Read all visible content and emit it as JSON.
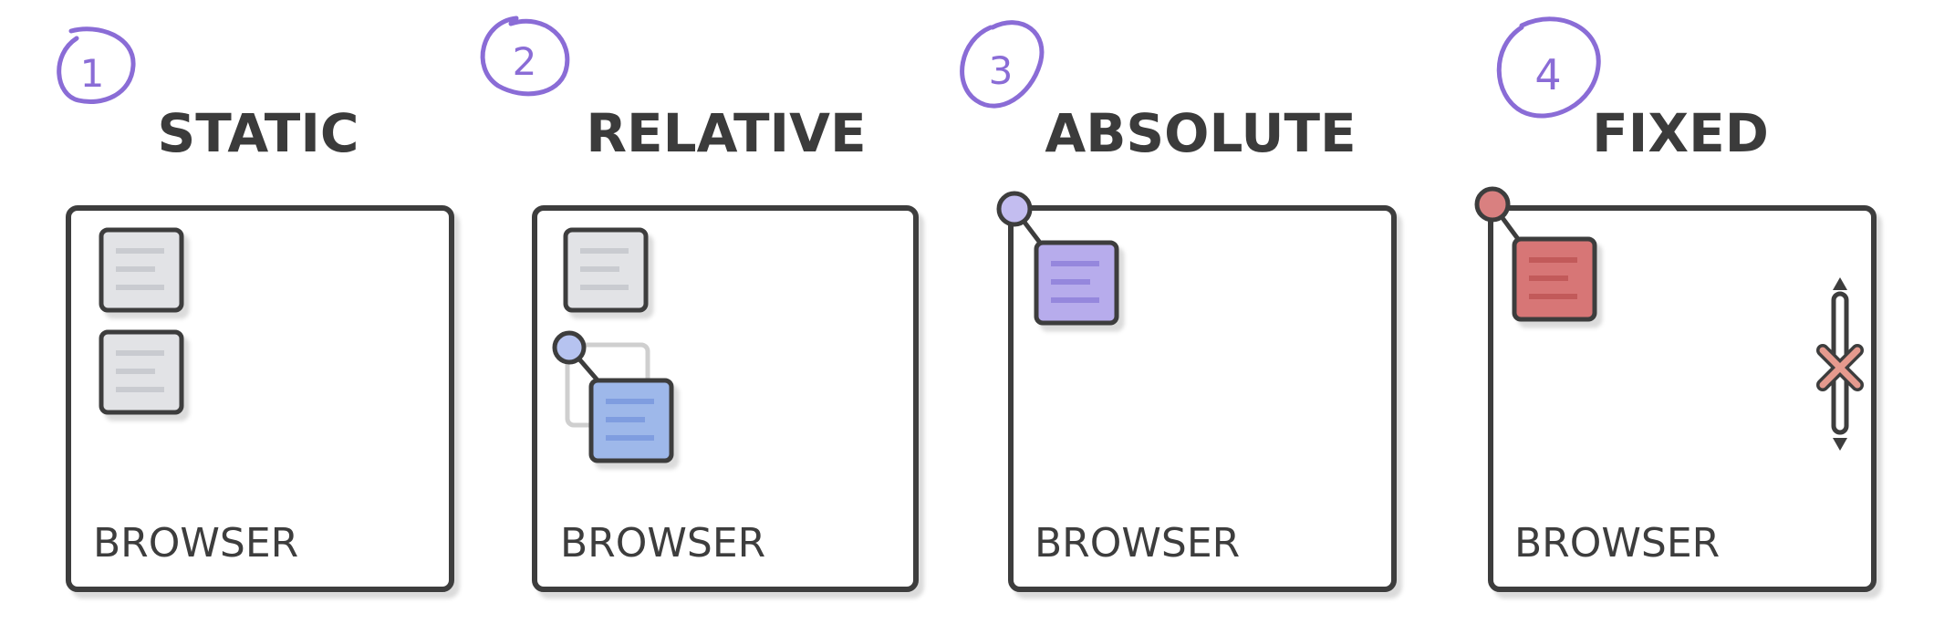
{
  "panels": [
    {
      "number": "1",
      "title": "STATIC",
      "caption": "BROWSER"
    },
    {
      "number": "2",
      "title": "RELATIVE",
      "caption": "BROWSER"
    },
    {
      "number": "3",
      "title": "ABSOLUTE",
      "caption": "BROWSER"
    },
    {
      "number": "4",
      "title": "FIXED",
      "caption": "BROWSER"
    }
  ],
  "colors": {
    "background": "#ffffff",
    "outline": "#3d3d3d",
    "title": "#3b3b3b",
    "annotation": "#8a6cd6",
    "doc_gray": "#e2e3e6",
    "doc_gray_lines": "#c9cbd0",
    "doc_blue": "#9eb8ea",
    "doc_blue_lines": "#7f9de0",
    "doc_purple": "#b7acec",
    "doc_purple_lines": "#9587dd",
    "doc_red": "#d77676",
    "doc_red_lines": "#c25a5a",
    "pin_blue": "#b6c3f0",
    "pin_purple": "#c3bdf0",
    "pin_red": "#d98080",
    "ghost": "#cfcfcf"
  }
}
